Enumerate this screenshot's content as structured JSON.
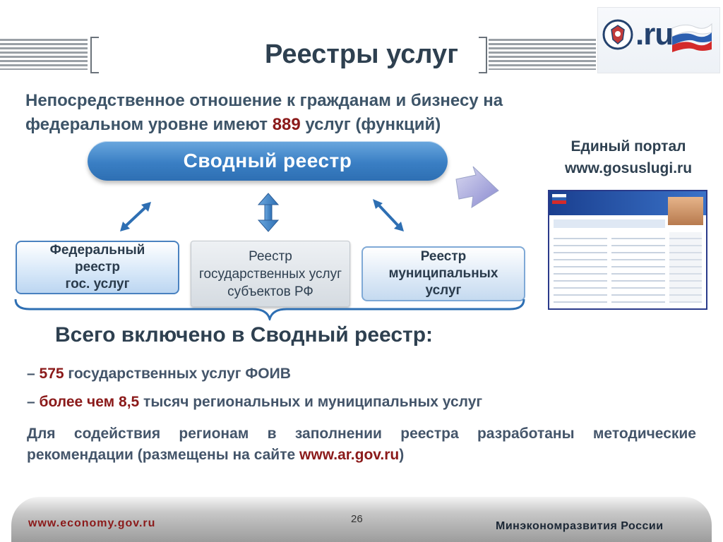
{
  "header": {
    "title": "Реестры услуг",
    "logo_text": ".ru"
  },
  "intro": {
    "line1": "Непосредственное отношение к гражданам и бизнесу на",
    "line2_prefix": "федеральном уровне имеют ",
    "count": "889",
    "line2_suffix": " услуг (функций)"
  },
  "summary_banner": "Сводный реестр",
  "registries": {
    "federal": [
      "Федеральный",
      "реестр",
      "гос. услуг"
    ],
    "regional": [
      "Реестр",
      "государственных услуг",
      "субъектов РФ"
    ],
    "municipal": [
      "Реестр",
      "муниципальных",
      "услуг"
    ]
  },
  "portal": {
    "label": "Единый портал",
    "url": "www.gosuslugi.ru"
  },
  "totals": {
    "heading": "Всего включено в Сводный реестр:",
    "item1_count": "575",
    "item1_text": " государственных услуг ФОИВ",
    "item2_prefix": "более чем ",
    "item2_count": "8,5",
    "item2_text": " тысяч региональных и муниципальных услуг"
  },
  "recommendation": {
    "text": "Для содействия регионам в заполнении реестра разработаны методические рекомендации (размещены на сайте ",
    "link": "www.ar.gov.ru",
    "tail": ")"
  },
  "footer": {
    "site": "www.economy.gov.ru",
    "page": "26",
    "ministry": "Минэкономразвития России"
  },
  "colors": {
    "accent": "#8b1a1a",
    "banner": "#3a7fc4",
    "text": "#3d5468"
  }
}
